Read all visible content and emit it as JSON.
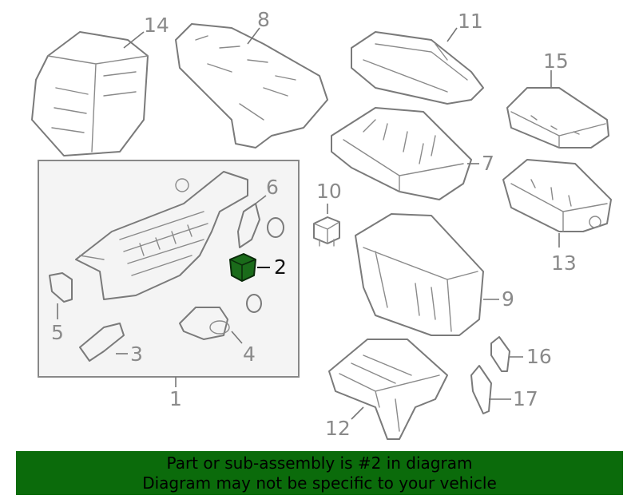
{
  "callouts": {
    "c1": "1",
    "c2": "2",
    "c3": "3",
    "c4": "4",
    "c5": "5",
    "c6": "6",
    "c7": "7",
    "c8": "8",
    "c9": "9",
    "c10": "10",
    "c11": "11",
    "c12": "12",
    "c13": "13",
    "c14": "14",
    "c15": "15",
    "c16": "16",
    "c17": "17"
  },
  "highlight_color": "#1a6b1a",
  "banner": {
    "line1": "Part or sub-assembly is #2 in diagram",
    "line2": "Diagram may not be specific to your vehicle",
    "background": "#0b6b0b"
  }
}
